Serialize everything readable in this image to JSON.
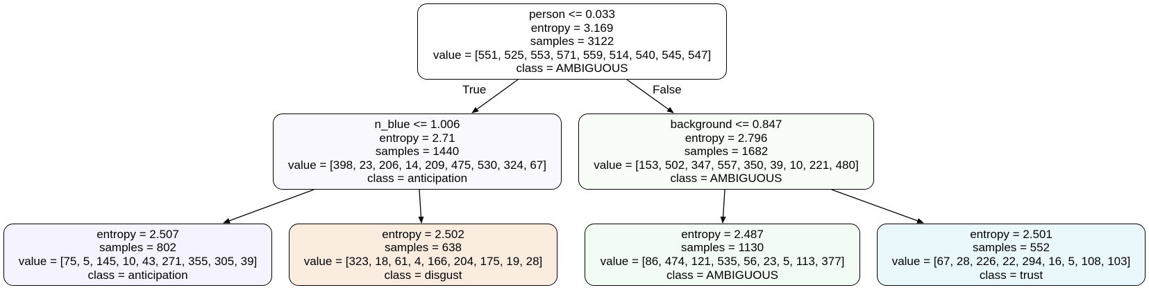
{
  "tree": {
    "root": {
      "lines": [
        "person <= 0.033",
        "entropy = 3.169",
        "samples = 3122",
        "value = [551, 525, 553, 571, 559, 514, 540, 545, 547]",
        "class = AMBIGUOUS"
      ],
      "fill": "#fefeff"
    },
    "left": {
      "lines": [
        "n_blue <= 1.006",
        "entropy = 2.71",
        "samples = 1440",
        "value = [398, 23, 206, 14, 209, 475, 530, 324, 67]",
        "class = anticipation"
      ],
      "fill": "#f9f8fe"
    },
    "right": {
      "lines": [
        "background <= 0.847",
        "entropy = 2.796",
        "samples = 1682",
        "value = [153, 502, 347, 557, 350, 39, 10, 221, 480]",
        "class = AMBIGUOUS"
      ],
      "fill": "#f8fdf8"
    },
    "left_left": {
      "lines": [
        "entropy = 2.507",
        "samples = 802",
        "value = [75, 5, 145, 10, 43, 271, 355, 305, 39]",
        "class = anticipation"
      ],
      "fill": "#f5f3fe"
    },
    "left_right": {
      "lines": [
        "entropy = 2.502",
        "samples = 638",
        "value = [323, 18, 61, 4, 166, 204, 175, 19, 28]",
        "class = disgust"
      ],
      "fill": "#fbece0"
    },
    "right_left": {
      "lines": [
        "entropy = 2.487",
        "samples = 1130",
        "value = [86, 474, 121, 535, 56, 23, 5, 113, 377]",
        "class = AMBIGUOUS"
      ],
      "fill": "#f2fbf4"
    },
    "right_right": {
      "lines": [
        "entropy = 2.501",
        "samples = 552",
        "value = [67, 28, 226, 22, 294, 16, 5, 108, 103]",
        "class = trust"
      ],
      "fill": "#eaf8fc"
    }
  },
  "edge_labels": {
    "true": "True",
    "false": "False"
  },
  "colors": {
    "border": "#000000",
    "edge": "#000000"
  }
}
